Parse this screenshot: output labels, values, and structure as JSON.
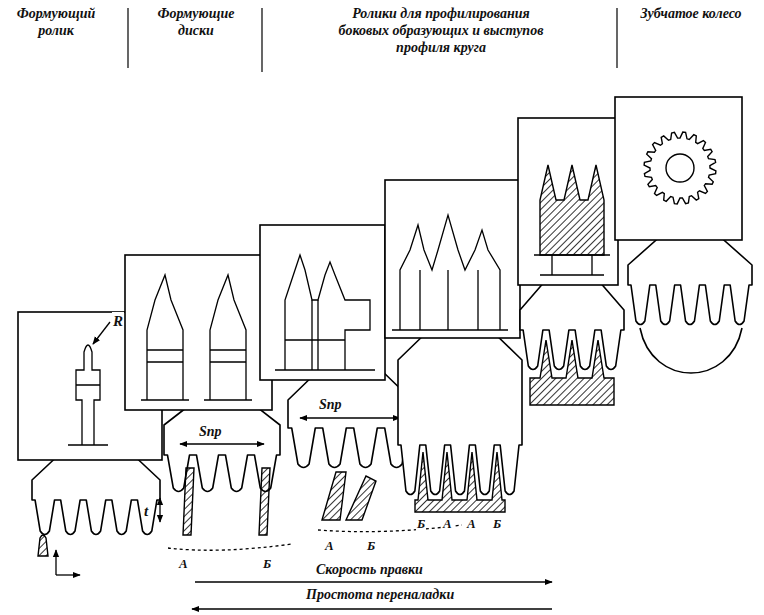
{
  "diagram": {
    "labels": [
      "Формующий ролик",
      "Формующие диски",
      "Ролики для профилирования боковых образующих и выступов профиля круга",
      "Зубчатое колесо",
      "R",
      "Sпр",
      "t",
      "А",
      "Б",
      "Sпр",
      "А",
      "Б",
      "Б",
      "А",
      "А",
      "Б",
      "Скорость правки",
      "Простота переналадки"
    ]
  }
}
